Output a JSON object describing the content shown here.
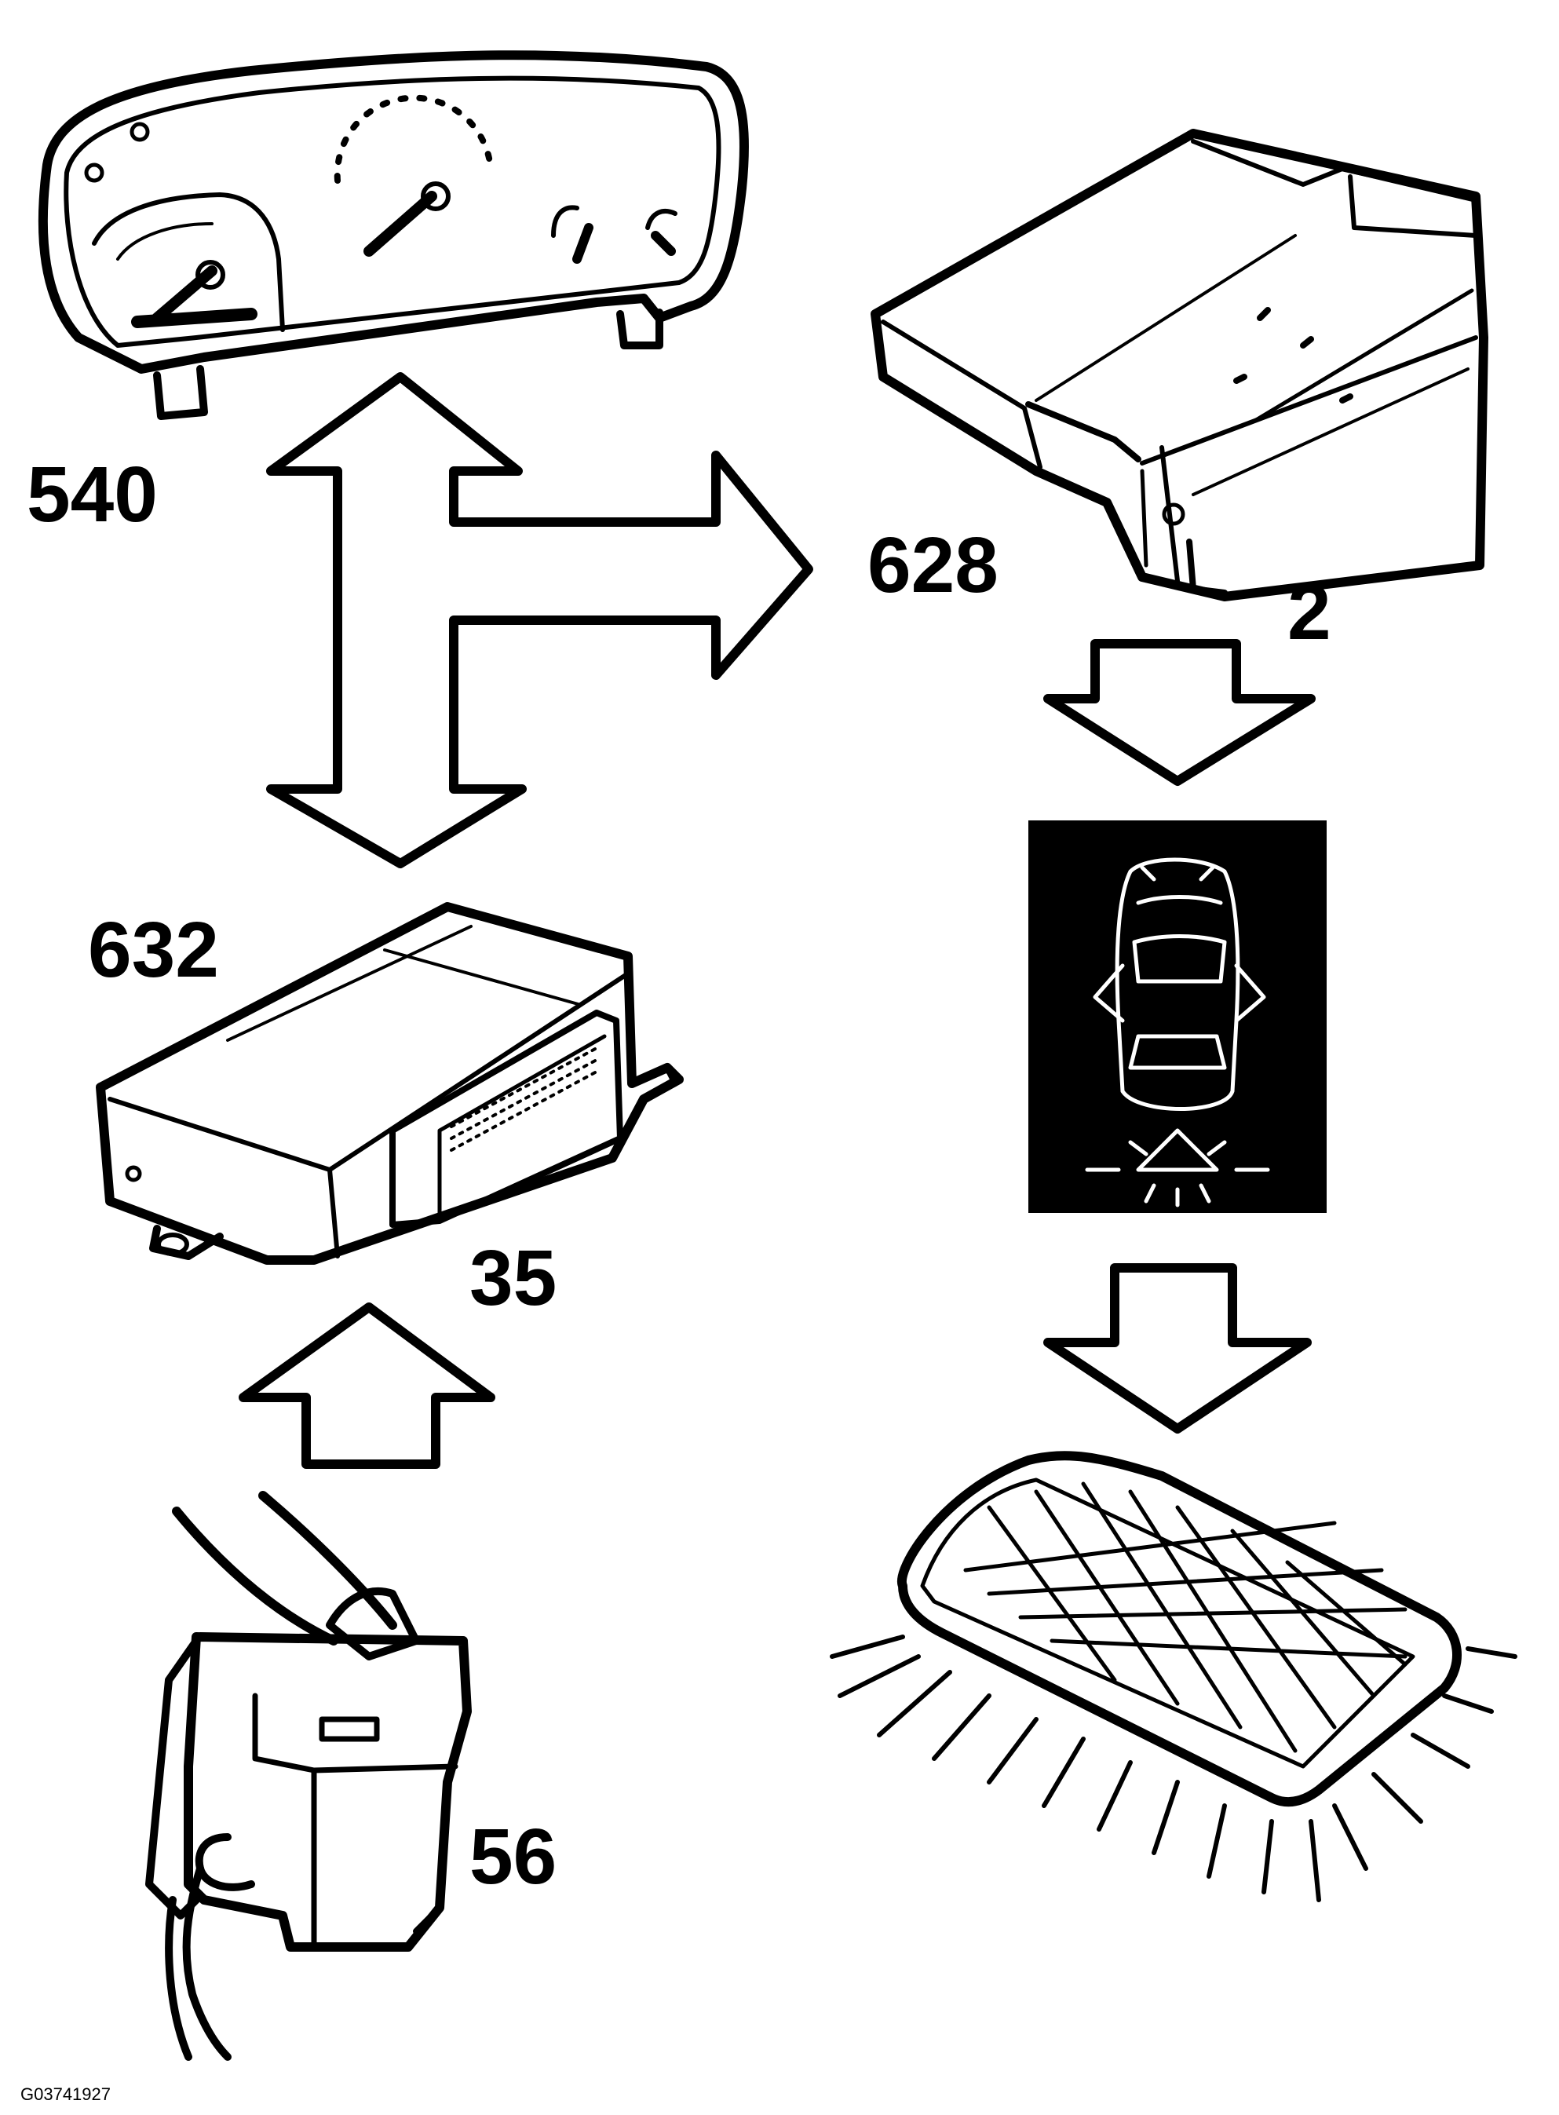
{
  "labels": {
    "instrument_cluster": "540",
    "audio_module": "628",
    "audio_module_pin": "2",
    "central_module": "632",
    "central_module_pin": "35",
    "door_switch": "56"
  },
  "figure_code": "G03741927",
  "colors": {
    "ink": "#000000",
    "paper": "#ffffff"
  },
  "icons": {
    "cluster": "instrument-cluster-icon",
    "module_628": "control-module-icon",
    "module_632": "control-module-icon",
    "switch": "door-switch-icon",
    "warning": "car-door-open-warning-icon",
    "lamp": "courtesy-lamp-icon"
  }
}
